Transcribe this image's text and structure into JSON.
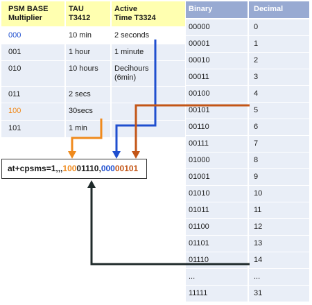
{
  "left_table": {
    "headers": [
      "PSM BASE\nMultiplier",
      "TAU\nT3412",
      "Active\nTime T3324"
    ],
    "header_lines": [
      [
        "PSM BASE",
        "Multiplier"
      ],
      [
        "TAU",
        "T3412"
      ],
      [
        "Active",
        "Time T3324"
      ]
    ],
    "rows": [
      [
        "000",
        "10 min",
        "2 seconds"
      ],
      [
        "001",
        "1 hour",
        "1 minute"
      ],
      [
        "010",
        "10 hours",
        "Decihours"
      ],
      [
        "011",
        "2 secs",
        ""
      ],
      [
        "100",
        "30secs",
        ""
      ],
      [
        "101",
        "1 min",
        ""
      ]
    ],
    "row2_active_line2": "(6min)"
  },
  "right_table": {
    "headers": [
      "Binary",
      "Decimal"
    ],
    "rows": [
      [
        "00000",
        "0"
      ],
      [
        "00001",
        "1"
      ],
      [
        "00010",
        "2"
      ],
      [
        "00011",
        "3"
      ],
      [
        "00100",
        "4"
      ],
      [
        "00101",
        "5"
      ],
      [
        "00110",
        "6"
      ],
      [
        "00111",
        "7"
      ],
      [
        "01000",
        "8"
      ],
      [
        "01001",
        "9"
      ],
      [
        "01010",
        "10"
      ],
      [
        "01011",
        "11"
      ],
      [
        "01100",
        "12"
      ],
      [
        "01101",
        "13"
      ],
      [
        "01110",
        "14"
      ],
      [
        "...",
        "..."
      ],
      [
        "11111",
        "31"
      ]
    ]
  },
  "command": {
    "parts": [
      {
        "text": "at+cpsms=1,,,",
        "color": "#1a1a1a"
      },
      {
        "text": "100",
        "color": "#f08a1c"
      },
      {
        "text": "01110,",
        "color": "#1a1a1a"
      },
      {
        "text": "000",
        "color": "#1f4fcf"
      },
      {
        "text": "00101",
        "color": "#c35516"
      }
    ]
  },
  "colors": {
    "blue": "#1f4fcf",
    "orange": "#f08a1c",
    "red_brown": "#c35516",
    "dark": "#1f2a2a",
    "header_yellow": "#ffffb0",
    "header_blue": "#98aad2",
    "row_bg": "#e9eef7"
  }
}
